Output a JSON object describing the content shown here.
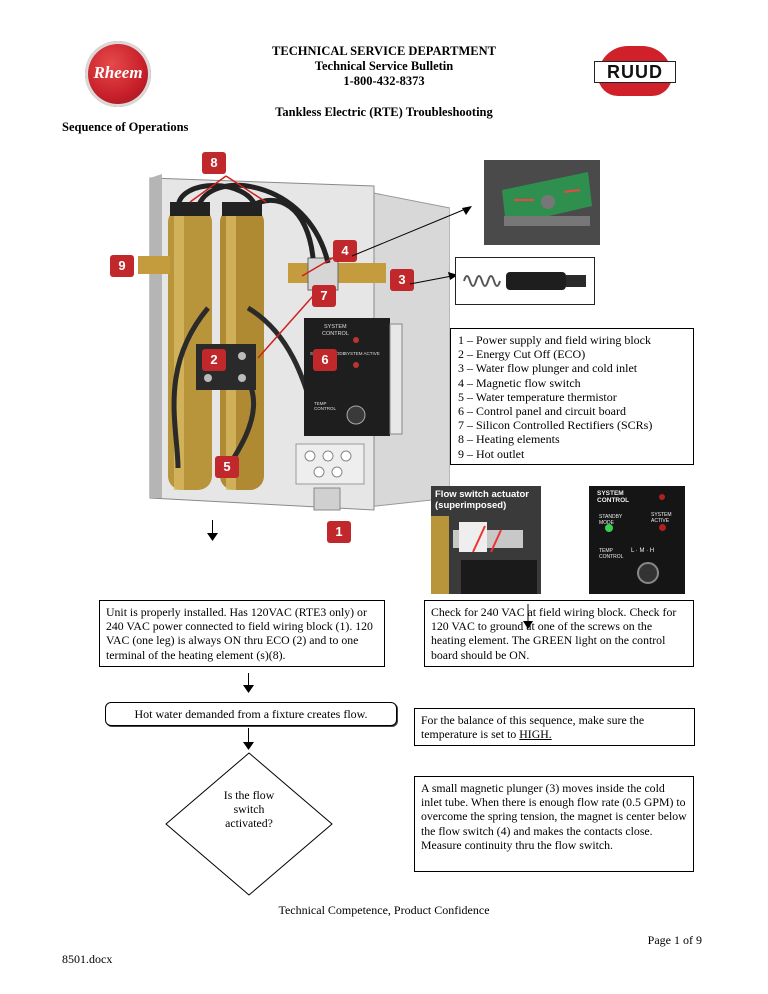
{
  "header": {
    "dept": "TECHNICAL SERVICE DEPARTMENT",
    "bulletin": "Technical Service Bulletin",
    "phone": "1-800-432-8373",
    "subject": "Tankless Electric (RTE) Troubleshooting",
    "section": "Sequence of Operations"
  },
  "logos": {
    "left": "Rheem",
    "right": "RUUD"
  },
  "colors": {
    "badge": "#c0282c",
    "brass": "#b8943a",
    "rheem_red": "#c8202a",
    "ruud_red": "#d0202a"
  },
  "photo": {
    "panel_label_1": "SYSTEM",
    "panel_label_2": "CONTROL",
    "panel_standby": "STANDBY MODE",
    "panel_active": "SYSTEM ACTIVE",
    "panel_temp": "TEMP CONTROL",
    "badges": [
      "8",
      "9",
      "4",
      "3",
      "7",
      "2",
      "6",
      "5",
      "1"
    ]
  },
  "legend": [
    "1 – Power supply and field wiring block",
    "2 – Energy Cut Off (ECO)",
    "3 – Water flow plunger and cold inlet",
    "4 – Magnetic flow switch",
    "5 – Water temperature thermistor",
    "6 – Control panel and circuit board",
    "7 – Silicon Controlled Rectifiers (SCRs)",
    "8 – Heating elements",
    "9 – Hot outlet"
  ],
  "insets": {
    "actuator_label": "Flow switch actuator (superimposed)",
    "ctrl_system": "SYSTEM CONTROL",
    "ctrl_standby": "STANDBY MODE",
    "ctrl_active": "SYSTEM ACTIVE",
    "ctrl_temp": "TEMP CONTROL",
    "ctrl_scale": "L · M · H"
  },
  "flow": {
    "box1": "Unit is properly installed. Has 120VAC (RTE3 only) or 240 VAC power connected to field wiring block (1). 120 VAC (one leg) is always ON thru ECO (2) and to one terminal of the heating element (s)(8).",
    "box2": "Check for 240 VAC at field wiring block. Check for 120 VAC to ground at one of the screws on the heating element. The GREEN light on the control board should be ON.",
    "box3": "Hot water demanded from a fixture creates flow.",
    "box4_pre": "For the balance of this sequence, make sure the temperature is set to ",
    "box4_u": "HIGH.",
    "diamond": "Is the flow switch activated?",
    "box5": "A small magnetic plunger (3) moves inside the cold inlet tube. When there is enough flow rate (0.5 GPM) to overcome the spring tension, the magnet is center below the flow switch (4) and makes the contacts close. Measure continuity thru the flow switch."
  },
  "footer": {
    "tagline": "Technical Competence, Product Confidence",
    "page": "Page 1 of 9",
    "file": "8501.docx"
  }
}
